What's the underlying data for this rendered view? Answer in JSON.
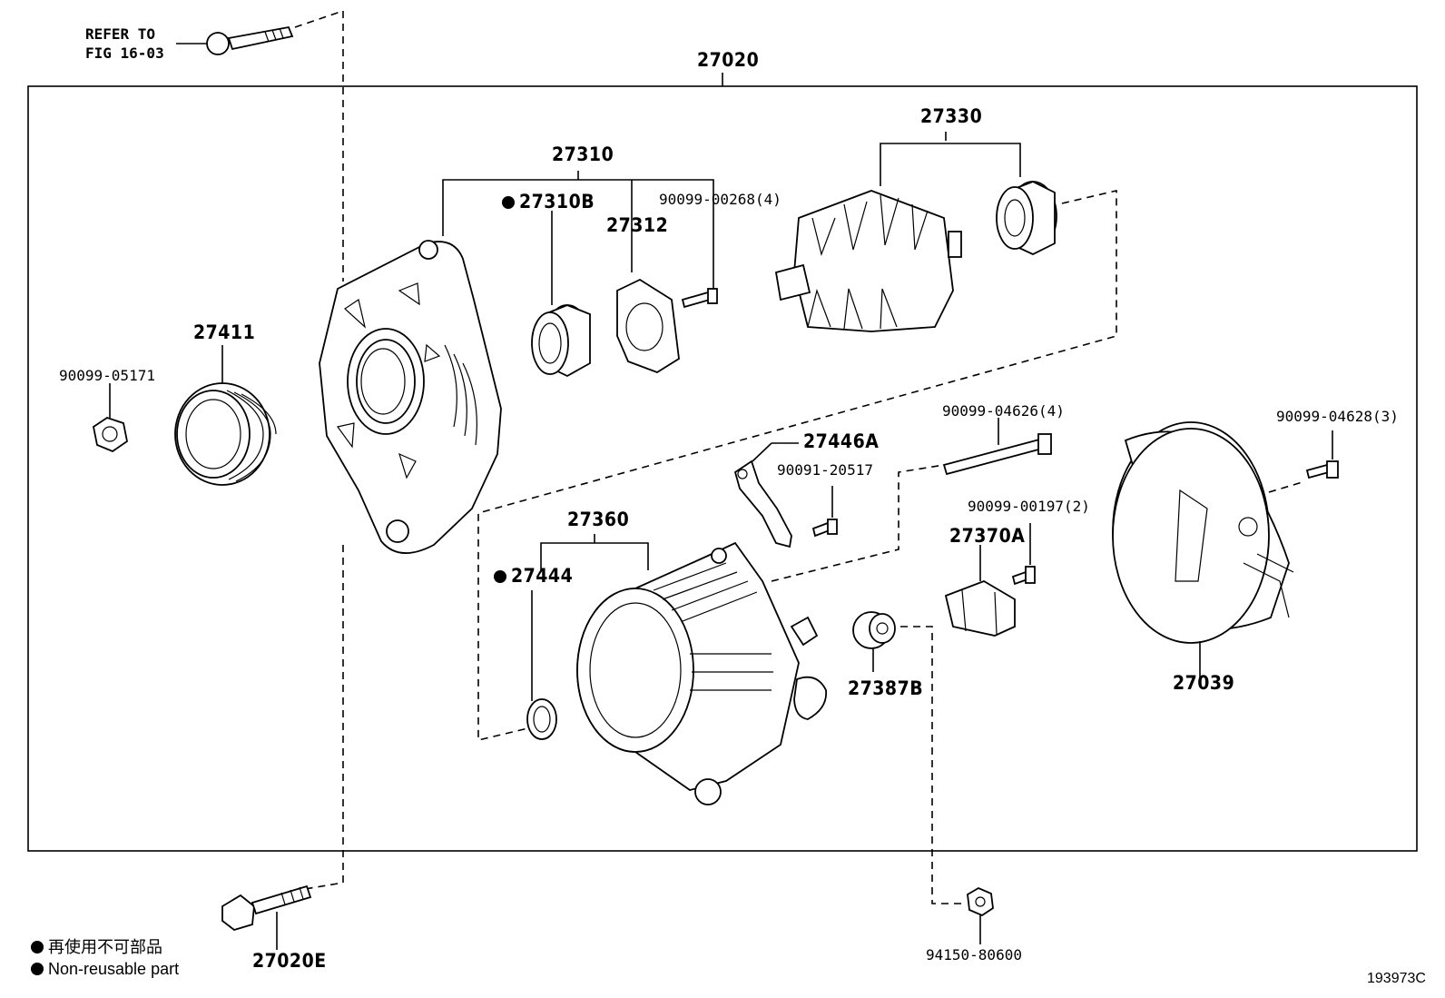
{
  "diagram": {
    "callouts": {
      "refer_to": "REFER TO",
      "fig_ref": "FIG 16-03",
      "p27020": "27020",
      "p27310": "27310",
      "p27310B": "27310B",
      "p27312": "27312",
      "p9009900268": "90099-00268(4)",
      "p27330": "27330",
      "p27411": "27411",
      "p9009905171": "90099-05171",
      "p27446A": "27446A",
      "p9009904626": "90099-04626(4)",
      "p9009904628": "90099-04628(3)",
      "p9009120517": "90091-20517",
      "p27360": "27360",
      "p27444": "27444",
      "p9009900197": "90099-00197(2)",
      "p27370A": "27370A",
      "p27387B": "27387B",
      "p27039": "27039",
      "p27020E": "27020E",
      "p9415080600": "94150-80600"
    },
    "legend": {
      "jp": "再使用不可部品",
      "en": "Non-reusable part"
    },
    "figure_id": "193973C"
  }
}
